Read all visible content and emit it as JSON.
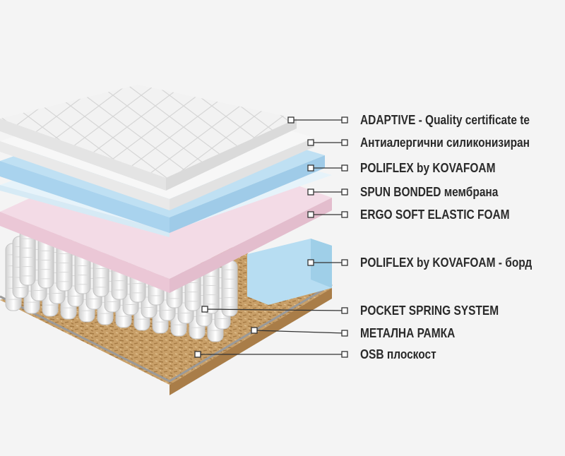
{
  "colors": {
    "background": "#f4f4f4",
    "cover": "#f2f2f2",
    "blue_foam": "#bfe0f3",
    "membrane": "#e6f3fa",
    "pink_foam": "#f3dbe6",
    "side_foam": "#b7ddf2",
    "springs": "#ececec",
    "osb": "#c49a63",
    "leader_line": "#333333"
  },
  "layers": [
    {
      "label": "ADAPTIVE - Quality certificate te"
    },
    {
      "label": "Антиалергични силиконизиран"
    },
    {
      "label": "POLIFLEX by KOVAFOAM"
    },
    {
      "label": "SPUN BONDED мембрана"
    },
    {
      "label": "ERGO SOFT ELASTIC FOAM"
    },
    {
      "label": "POLIFLEX by KOVAFOAM - борд"
    },
    {
      "label": "POCKET SPRING SYSTEM"
    },
    {
      "label": "МЕТАЛНА РАМКА"
    },
    {
      "label": "OSB плоскост"
    }
  ]
}
